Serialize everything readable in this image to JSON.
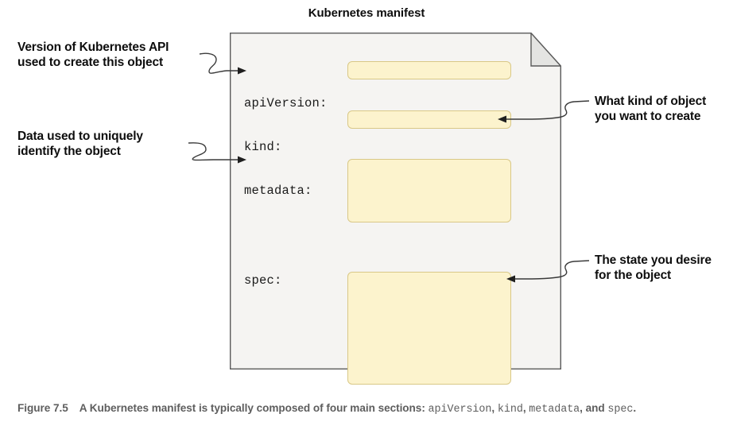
{
  "figure": {
    "title": "Kubernetes manifest",
    "caption_label": "Figure 7.5",
    "caption_text_1": "A Kubernetes manifest is typically composed of four main sections: ",
    "caption_mono_1": "apiVersion",
    "caption_sep_1": ", ",
    "caption_mono_2": "kind",
    "caption_sep_2": ", ",
    "caption_mono_3": "metadata",
    "caption_sep_3": ", and ",
    "caption_mono_4": "spec",
    "caption_end": "."
  },
  "manifest": {
    "fields": [
      {
        "label": "apiVersion:",
        "value": ""
      },
      {
        "label": "kind:",
        "value": ""
      },
      {
        "label": "metadata:",
        "value": ""
      },
      {
        "label": "spec:",
        "value": ""
      }
    ],
    "box_fill": "#fcf3cd",
    "box_border": "#d9c887",
    "sheet_fill": "#f5f4f2",
    "sheet_border": "#5a5a5a",
    "dogear_fill": "#e4e4e2"
  },
  "annotations": {
    "apiversion": {
      "line1": "Version of Kubernetes API",
      "line2": "used to create this object"
    },
    "metadata": {
      "line1": "Data used to uniquely",
      "line2": "identify the object"
    },
    "kind": {
      "line1": "What kind of object",
      "line2": "you want to create"
    },
    "spec": {
      "line1": "The state you desire",
      "line2": "for the object"
    }
  }
}
